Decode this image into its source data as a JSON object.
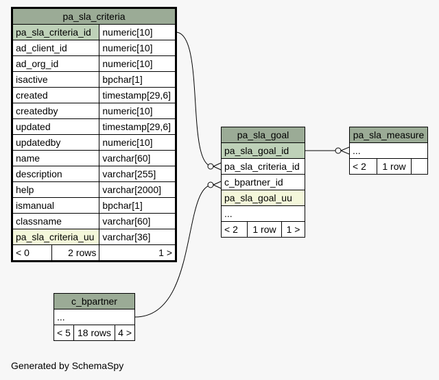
{
  "tables": {
    "criteria": {
      "name": "pa_sla_criteria",
      "columns": [
        {
          "name": "pa_sla_criteria_id",
          "type": "numeric[10]"
        },
        {
          "name": "ad_client_id",
          "type": "numeric[10]"
        },
        {
          "name": "ad_org_id",
          "type": "numeric[10]"
        },
        {
          "name": "isactive",
          "type": "bpchar[1]"
        },
        {
          "name": "created",
          "type": "timestamp[29,6]"
        },
        {
          "name": "createdby",
          "type": "numeric[10]"
        },
        {
          "name": "updated",
          "type": "timestamp[29,6]"
        },
        {
          "name": "updatedby",
          "type": "numeric[10]"
        },
        {
          "name": "name",
          "type": "varchar[60]"
        },
        {
          "name": "description",
          "type": "varchar[255]"
        },
        {
          "name": "help",
          "type": "varchar[2000]"
        },
        {
          "name": "ismanual",
          "type": "bpchar[1]"
        },
        {
          "name": "classname",
          "type": "varchar[60]"
        },
        {
          "name": "pa_sla_criteria_uu",
          "type": "varchar[36]"
        }
      ],
      "footer": {
        "parents": "< 0",
        "rows": "2 rows",
        "children": "1 >"
      }
    },
    "goal": {
      "name": "pa_sla_goal",
      "columns": [
        "pa_sla_goal_id",
        "pa_sla_criteria_id",
        "c_bpartner_id",
        "pa_sla_goal_uu",
        "..."
      ],
      "footer": {
        "parents": "< 2",
        "rows": "1 row",
        "children": "1 >"
      }
    },
    "measure": {
      "name": "pa_sla_measure",
      "columns": [
        "..."
      ],
      "footer": {
        "parents": "< 2",
        "rows": "1 row",
        "children": ""
      }
    },
    "bpartner": {
      "name": "c_bpartner",
      "columns": [
        "..."
      ],
      "footer": {
        "parents": "< 5",
        "rows": "18 rows",
        "children": "4 >"
      }
    }
  },
  "generated_by": "Generated by SchemaSpy",
  "colors": {
    "header": "#9bab96",
    "primary_key": "#bed1b8",
    "unique_key": "#f4f7da"
  }
}
